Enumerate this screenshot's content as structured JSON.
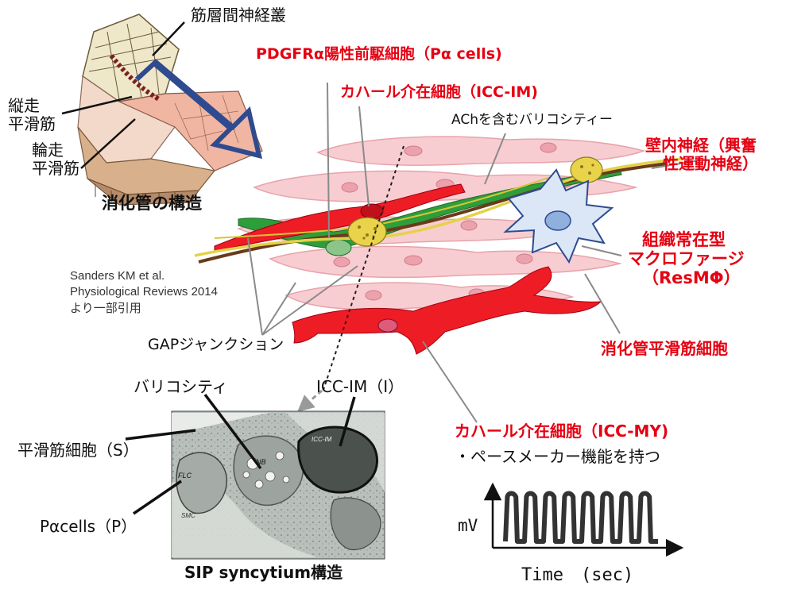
{
  "labels": {
    "myenteric_plexus": "筋層間神経叢",
    "longitudinal_muscle": [
      "縦走",
      "平滑筋"
    ],
    "circular_muscle": [
      "輪走",
      "平滑筋"
    ],
    "gut_structure": "消化管の構造",
    "pdgfra_cells": "PDGFRα陽性前駆細胞（Pα cells)",
    "icc_im": "カハール介在細胞（ICC-IM)",
    "ach_varicosity": "AChを含むバリコシティー",
    "intrinsic_nerve": [
      "壁内神経（興奮",
      "性運動神経）"
    ],
    "resident_macrophage": [
      "組織常在型",
      "マクロファージ",
      "（ResMΦ）"
    ],
    "citation": [
      "Sanders KM et al.",
      "Physiological Reviews 2014",
      "より一部引用"
    ],
    "gap_junction": "GAPジャンクション",
    "gi_smooth_muscle": "消化管平滑筋細胞",
    "varicosity": "バリコシティ",
    "icc_im_i": "ICC-IM（I）",
    "smooth_muscle_s": "平滑筋細胞（S）",
    "pa_cells_p": "Pαcells（P）",
    "sip_syncytium": "SIP syncytium構造",
    "icc_my": "カハール介在細胞（ICC-MY)",
    "pacemaker": "・ペースメーカー機能を持つ"
  },
  "micrograph_labels": {
    "nb": "NB",
    "flc": "FLC",
    "smc": "SMC",
    "icc": "ICC-IM"
  },
  "chart_data": {
    "type": "line",
    "title": "",
    "xlabel": "Time　(sec)",
    "ylabel": "mV",
    "waveform": "periodic slow waves",
    "cycles": 8
  },
  "colors": {
    "label_red": "#e60012",
    "icc_red": "#ee1c25",
    "pdgfra_green": "#2e9e3a",
    "smooth_muscle_pink": "#f7cdd1",
    "macrophage_blue": "#dbe7f6",
    "arrow_blue": "#2f4b8f",
    "nerve_yellow": "#e4d24a"
  }
}
